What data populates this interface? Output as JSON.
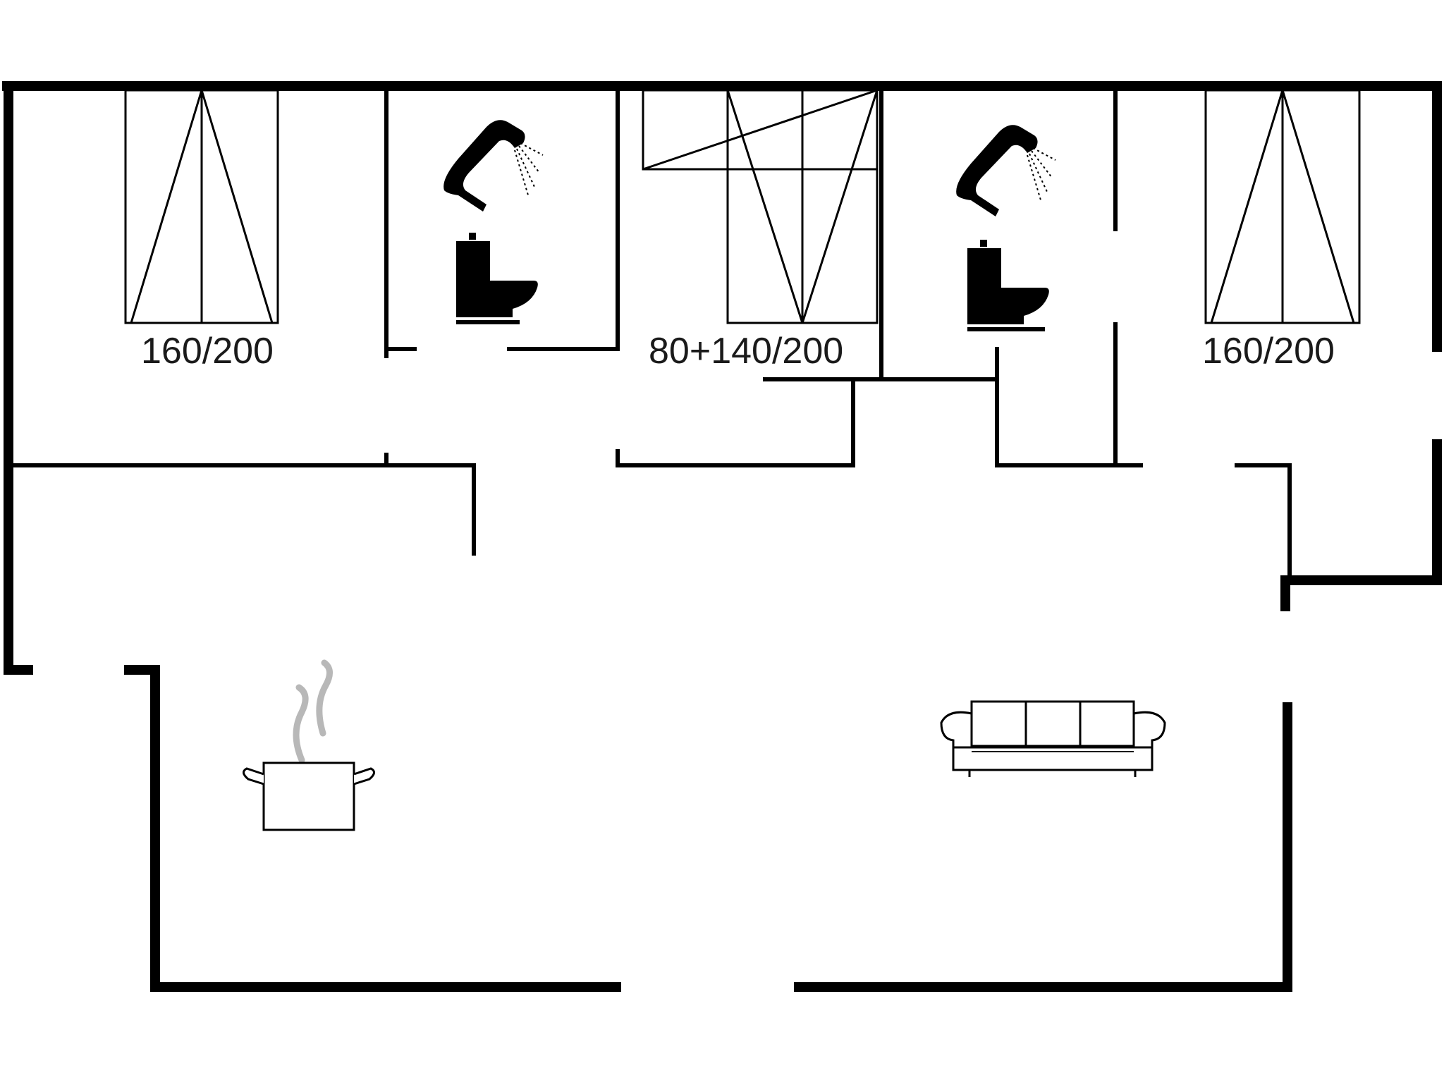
{
  "plan": {
    "bed_labels": {
      "bedroom_left": "160/200",
      "bedroom_middle": "80+140/200",
      "bedroom_right": "160/200"
    },
    "icons": [
      "shower-icon",
      "toilet-icon",
      "cooking-pot-icon",
      "sofa-icon",
      "bed-icon",
      "stair-icon"
    ],
    "colors": {
      "wall": "#000000",
      "background": "#ffffff",
      "steam": "#b8b8b8"
    }
  }
}
